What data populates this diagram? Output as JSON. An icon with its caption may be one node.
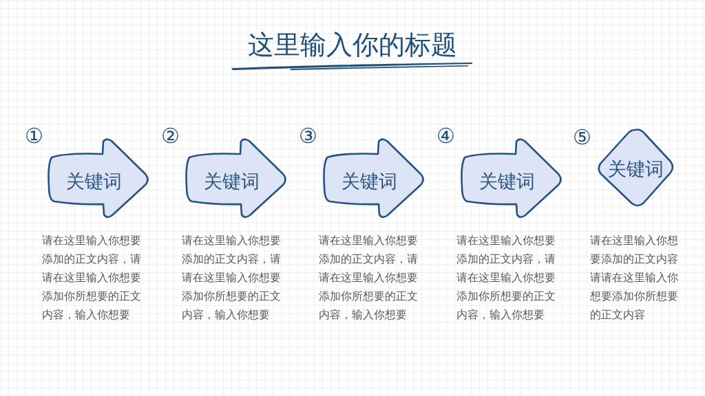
{
  "diagram": {
    "title": "这里输入你的标题",
    "nodes": [
      {
        "text": [
          "关键词"
        ],
        "beside": [
          "①",
          "请在这里输入你想要添加的正文内容，请请在这里输入你想要添加你所想要的正文内容，输入你想要"
        ]
      },
      {
        "text": [
          "关键词"
        ],
        "beside": [
          "②",
          "请在这里输入你想要添加的正文内容，请请在这里输入你想要添加你所想要的正文内容，输入你想要"
        ]
      },
      {
        "text": [
          "关键词"
        ],
        "beside": [
          "③",
          "请在这里输入你想要添加的正文内容，请请在这里输入你想要添加你所想要的正文内容，输入你想要"
        ]
      },
      {
        "text": [
          "关键词"
        ],
        "beside": [
          "④",
          "请在这里输入你想要添加的正文内容，请请在这里输入你想要添加你所想要的正文内容，输入你想要"
        ]
      },
      {
        "text": [
          "关键词"
        ],
        "beside": [
          "⑤",
          "请在这里输入你想要添加的正文内容请请在这里输入你想要添加你所想要的正文内容"
        ]
      }
    ]
  }
}
